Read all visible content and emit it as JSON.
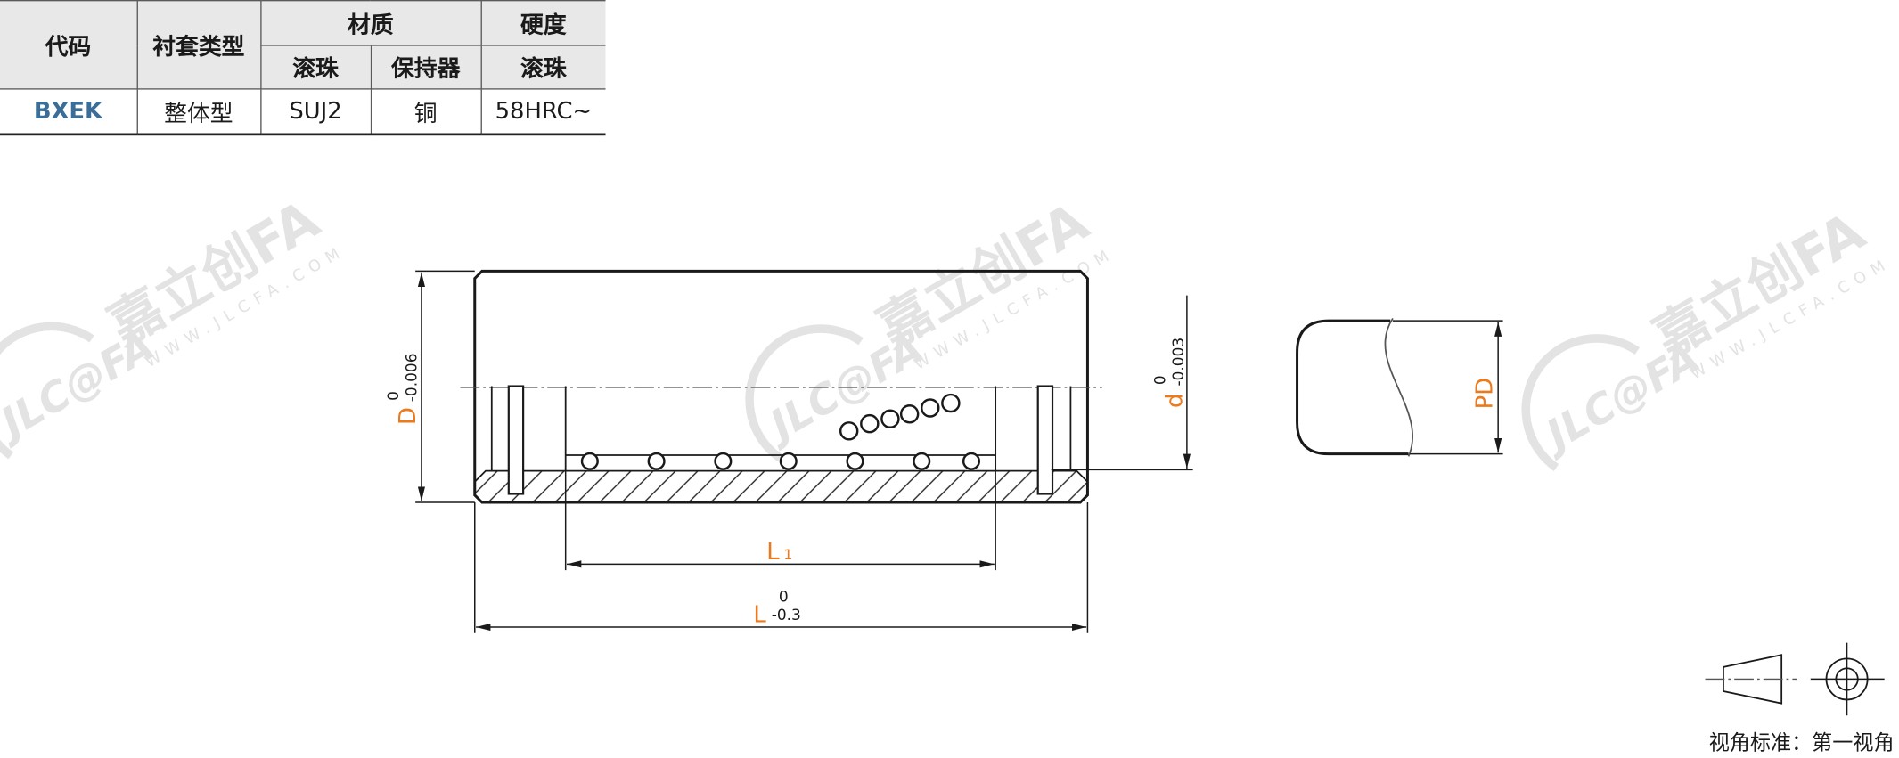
{
  "table": {
    "header": {
      "code": "代码",
      "bushing_type": "衬套类型",
      "material": "材质",
      "hardness": "硬度",
      "material_ball": "滚珠",
      "material_retainer": "保持器",
      "hardness_ball": "滚珠"
    },
    "rows": [
      {
        "code": "BXEK",
        "bushing_type": "整体型",
        "ball_material": "SUJ2",
        "retainer_material": "铜",
        "ball_hardness": "58HRC~"
      }
    ]
  },
  "dimensions": {
    "outer_diameter": {
      "symbol": "D",
      "upper": "0",
      "lower": "-0.006"
    },
    "inner_diameter": {
      "symbol": "d",
      "upper": "0",
      "lower": "-0.003"
    },
    "retainer_length": {
      "symbol": "L",
      "subscript": "1"
    },
    "overall_length": {
      "symbol": "L",
      "upper": "0",
      "lower": "-0.3"
    },
    "pitch_diameter": {
      "symbol": "PD"
    }
  },
  "projection": {
    "label": "视角标准：第一视角"
  },
  "watermark": {
    "logo": "JLC@FA",
    "brand": "嘉立创FA",
    "url": "WWW.JLCFA.COM"
  },
  "colors": {
    "label_orange": "#ec7a1c",
    "code_blue": "#3a6d98",
    "header_bg": "#e8e8e8",
    "watermark": "#e3e3e3"
  }
}
